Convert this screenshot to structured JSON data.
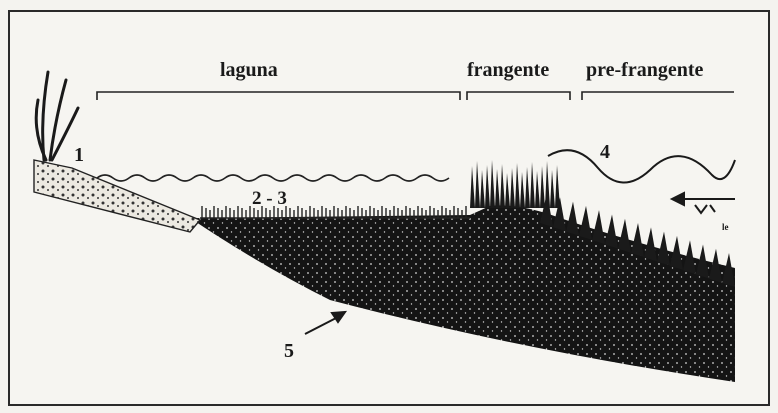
{
  "zones": {
    "lagoon": "laguna",
    "breaker": "frangente",
    "pre_breaker": "pre-frangente"
  },
  "markers": {
    "m1": "1",
    "m23": "2 - 3",
    "m4": "4",
    "m5": "5"
  },
  "small_letters": "le",
  "colors": {
    "ink": "#1a1a1a",
    "paper": "#f6f5f1",
    "sediment_light": "#e9e6dd"
  }
}
